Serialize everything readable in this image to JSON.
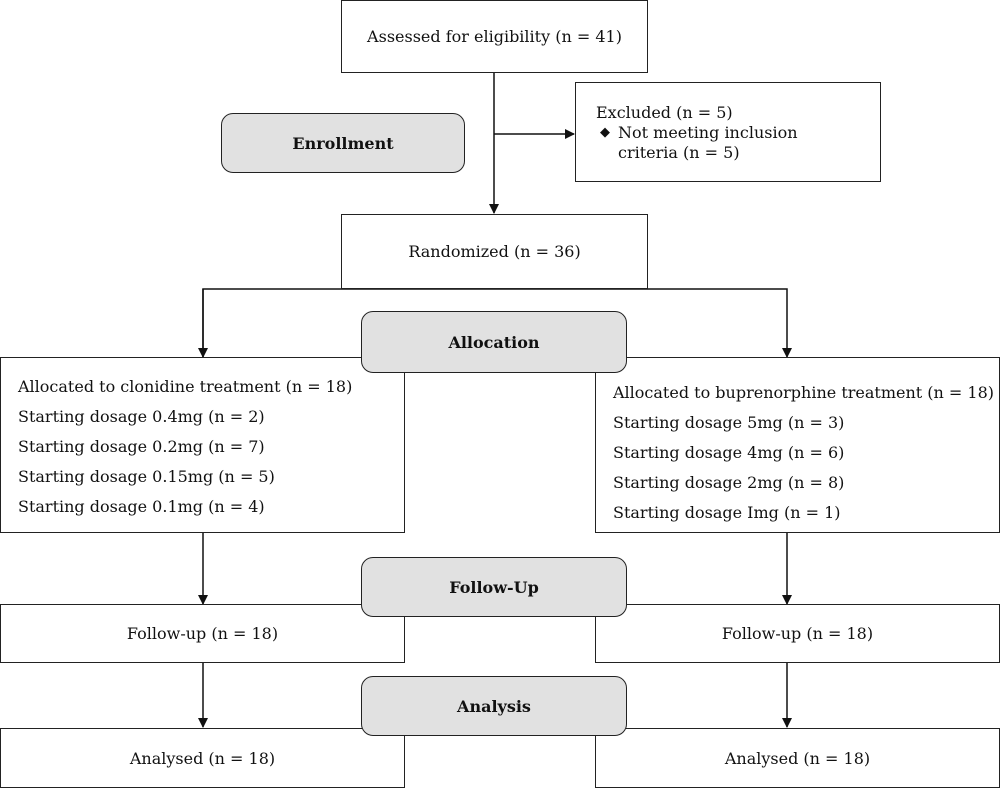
{
  "stages": {
    "enrollment": "Enrollment",
    "allocation": "Allocation",
    "followup": "Follow-Up",
    "analysis": "Analysis"
  },
  "assessed": "Assessed for eligibility (n = 41)",
  "excluded": {
    "title": "Excluded (n = 5)",
    "bullet": "◆",
    "reason_line1": "Not meeting inclusion",
    "reason_line2": "criteria (n = 5)"
  },
  "randomized": "Randomized (n = 36)",
  "clonidine": {
    "lines": [
      "Allocated to clonidine treatment (n = 18)",
      "Starting dosage 0.4mg (n = 2)",
      "Starting dosage 0.2mg (n = 7)",
      "Starting dosage 0.15mg (n = 5)",
      "Starting dosage 0.1mg (n = 4)"
    ],
    "followup": "Follow-up (n = 18)",
    "analysed": "Analysed (n = 18)"
  },
  "buprenorphine": {
    "lines": [
      "Allocated to buprenorphine treatment (n = 18)",
      "Starting dosage 5mg (n = 3)",
      "Starting dosage 4mg (n = 6)",
      "Starting dosage 2mg (n = 8)",
      "Starting dosage Img (n = 1)"
    ],
    "followup": "Follow-up (n = 18)",
    "analysed": "Analysed (n = 18)"
  },
  "colors": {
    "stage_fill": "#e1e1e1",
    "border": "#222222"
  }
}
